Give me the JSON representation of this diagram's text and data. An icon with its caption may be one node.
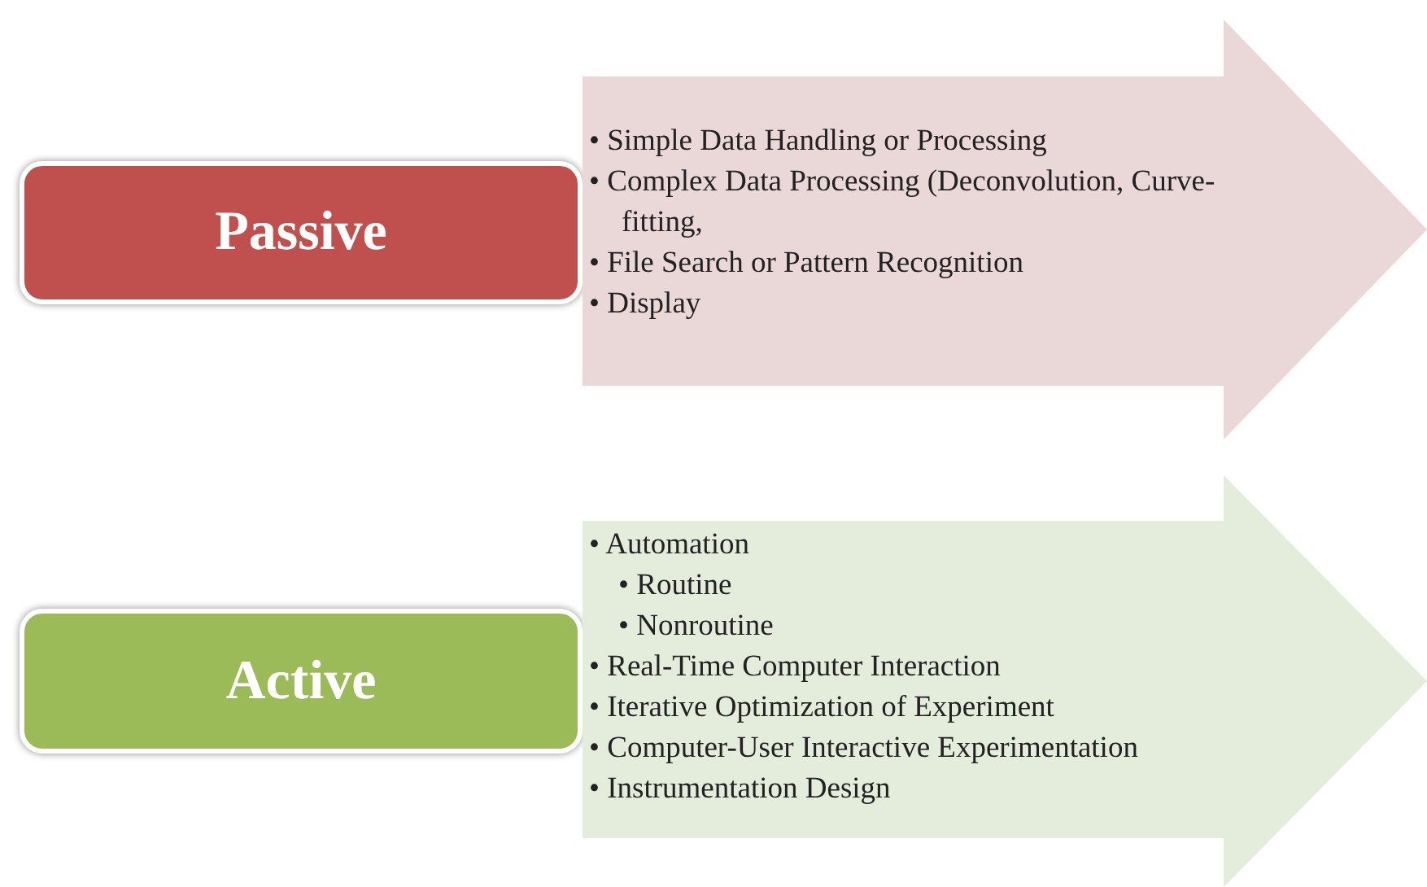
{
  "diagram": {
    "nodes": [
      {
        "text": [
          "Passive"
        ]
      },
      {
        "text": [
          "• Simple Data Handling or Processing",
          "• Complex Data Processing (Deconvolution, Curve-fitting,",
          "• File Search or Pattern Recognition",
          "• Display"
        ]
      },
      {
        "text": [
          "Active"
        ]
      },
      {
        "text": [
          "• Automation",
          "• Routine",
          "• Nonroutine",
          "• Real-Time Computer Interaction",
          "• Iterative Optimization of Experiment",
          "• Computer-User Interactive Experimentation",
          "• Instrumentation Design"
        ]
      }
    ]
  }
}
